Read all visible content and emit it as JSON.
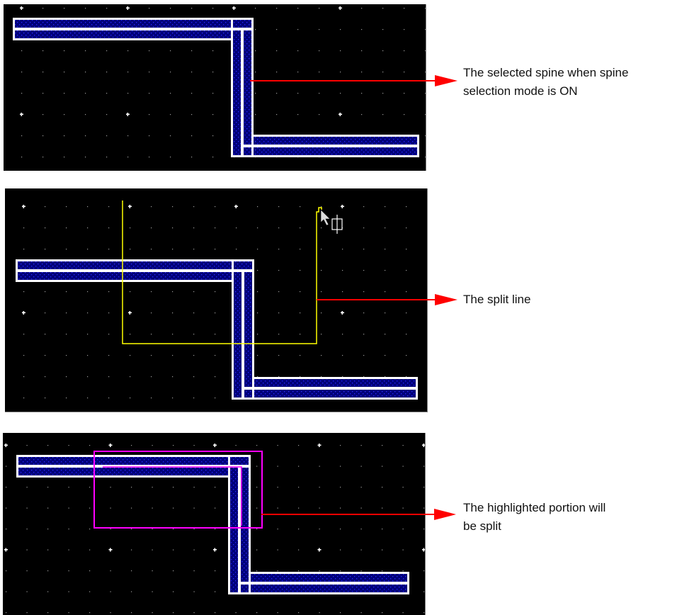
{
  "colors": {
    "canvas_bg": "#000000",
    "grid_dot": "#9a9a9a",
    "grid_major": "#ffffff",
    "wire_outline": "#ffffff",
    "wire_fill": "#00007a",
    "wire_dot": "#2a2aff",
    "annotation_arrow": "#ff0000",
    "split_line": "#ffff00",
    "highlight": "#ff00ff",
    "callout_text": "#111111"
  },
  "panels": [
    {
      "id": "selected-spine",
      "state": "spine selected",
      "callout": {
        "line1": "The selected spine when spine",
        "line2": "selection mode is ON"
      }
    },
    {
      "id": "split-line",
      "state": "drawing split line",
      "cursor_icon": "arrow-cursor-with-crosshair-box",
      "callout": {
        "line1": "The split line",
        "line2": ""
      }
    },
    {
      "id": "highlighted-portion",
      "state": "portion highlighted",
      "callout": {
        "line1": "The highlighted portion will",
        "line2": "be split"
      }
    }
  ]
}
